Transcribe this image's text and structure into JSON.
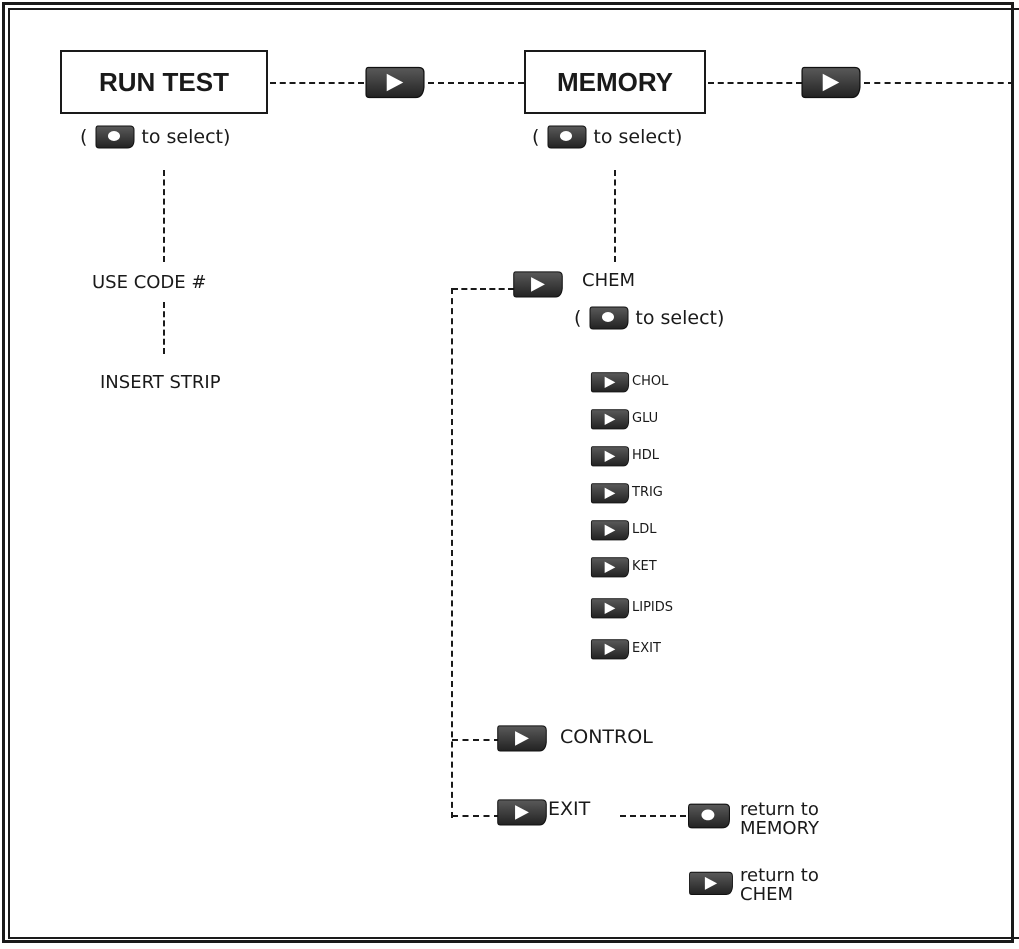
{
  "menus": {
    "run_test": {
      "label": "RUN TEST",
      "hint_open": "(",
      "hint_text": "to select)",
      "steps": [
        "USE CODE #",
        "INSERT STRIP"
      ]
    },
    "memory": {
      "label": "MEMORY",
      "hint_open": "(",
      "hint_text": "to select)"
    }
  },
  "memory_submenu": {
    "chem": {
      "label": "CHEM",
      "hint_open": "(",
      "hint_text": "to select)",
      "items": [
        "CHOL",
        "GLU",
        "HDL",
        "TRIG",
        "LDL",
        "KET",
        "LIPIDS",
        "EXIT"
      ]
    },
    "control": {
      "label": "CONTROL"
    },
    "exit": {
      "label": "EXIT",
      "select_action": "return to MEMORY",
      "arrow_action": "return to CHEM"
    }
  },
  "icons": {
    "arrow_button": "play-arrow-icon",
    "select_button": "select-button-icon"
  },
  "colors": {
    "button_fill": "#3a3a3a",
    "line": "#1a1a1a"
  }
}
